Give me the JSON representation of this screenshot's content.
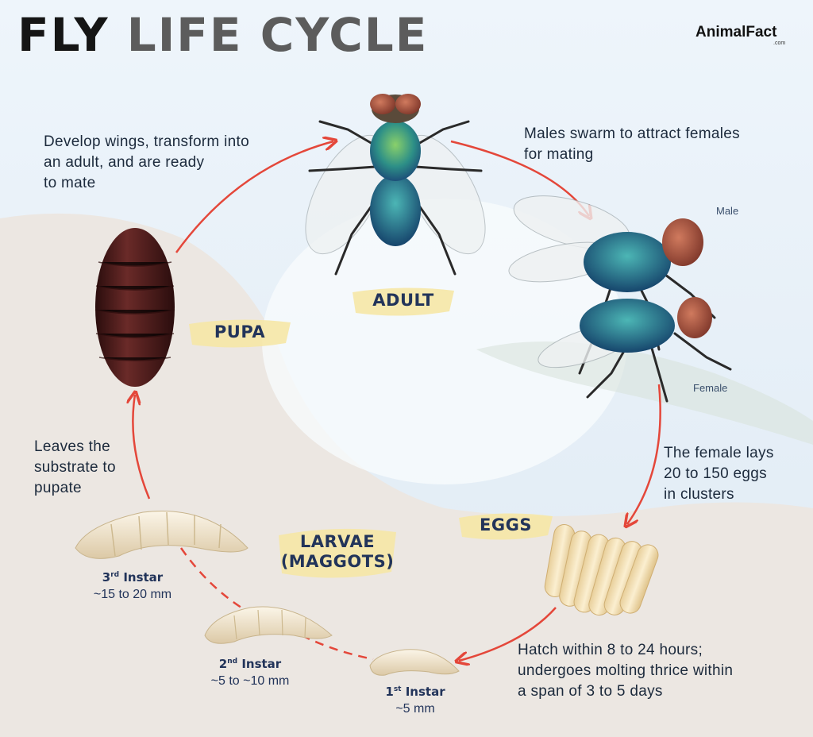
{
  "title": {
    "part1": "FLY",
    "part2": "LIFE CYCLE"
  },
  "brand": {
    "name": "AnimalFact",
    "sub": ".com"
  },
  "stages": {
    "adult": "ADULT",
    "pupa": "PUPA",
    "eggs": "EGGS",
    "larvae": "LARVAE\n(MAGGOTS)"
  },
  "descriptions": {
    "adult_to_mating": "Males swarm to attract females\nfor mating",
    "eggs": "The female lays\n20 to 150 eggs\nin clusters",
    "hatch": "Hatch within 8 to 24 hours;\nundergoes molting thrice within\na span of 3 to 5 days",
    "leaves": "Leaves the\nsubstrate to\npupate",
    "develop": "Develop wings, transform into\nan adult, and are ready\nto mate"
  },
  "labels": {
    "male": "Male",
    "female": "Female"
  },
  "instars": [
    {
      "num": "1",
      "suffix": "st",
      "word": "Instar",
      "size": "~5 mm"
    },
    {
      "num": "2",
      "suffix": "nd",
      "word": "Instar",
      "size": "~5 to ~10 mm"
    },
    {
      "num": "3",
      "suffix": "rd",
      "word": "Instar",
      "size": "~15 to 20 mm"
    }
  ],
  "colors": {
    "arrow": "#e4473a",
    "stage_text": "#22345a",
    "brush": "#f6e7a6",
    "pupa": "#4a1e1e",
    "fly_body": "#1f7d8c"
  }
}
